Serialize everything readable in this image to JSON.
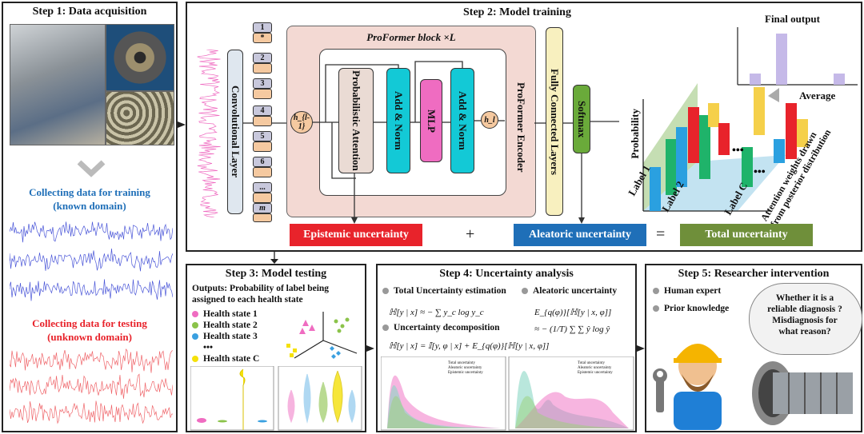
{
  "step1": {
    "title": "Step 1: Data acquisition",
    "train_caption_1": "Collecting data for training",
    "train_caption_2": "(known domain)",
    "test_caption_1": "Collecting data for testing",
    "test_caption_2": "(unknown domain)"
  },
  "step2": {
    "title": "Step 2: Model training",
    "block_title": "ProFormer block ×L",
    "conv_layer": "Convolutional Layer",
    "token_labels": [
      "1",
      "*",
      "2",
      "3",
      "4",
      "5",
      "6",
      "...",
      "m"
    ],
    "h_in": "h_{l-1}",
    "h_out": "h_l",
    "prob_attention": "Probabilistic Attention",
    "add_norm_1": "Add & Norm",
    "mlp": "MLP",
    "add_norm_2": "Add & Norm",
    "encoder": "ProFormer Encoder",
    "fc_layers": "Fully Connected Layers",
    "softmax": "Softmax",
    "final_output": "Final output",
    "average": "Average",
    "probability": "Probability",
    "label1": "Label 1",
    "label2": "Label 2",
    "labelC": "Label C",
    "attn_weights_1": "Attention weights drawn",
    "attn_weights_2": "from posterior distribution",
    "epistemic": "Epistemic uncertainty",
    "plus": "+",
    "aleatoric": "Aleatoric uncertainty",
    "equals": "=",
    "total": "Total uncertainty",
    "colors": {
      "epistemic": "#e8232b",
      "aleatoric": "#1f6fb8",
      "total": "#6f8f3a",
      "addnorm": "#13c9d6",
      "mlp": "#ef6cc1",
      "softmax": "#6aaa3a"
    }
  },
  "step3": {
    "title": "Step 3: Model testing",
    "outputs_1": "Outputs: Probability of label being",
    "outputs_2": "assigned to each health state",
    "states": [
      {
        "label": "Health state 1",
        "color": "#ef6cc1"
      },
      {
        "label": "Health state 2",
        "color": "#8bc34a"
      },
      {
        "label": "Health state 3",
        "color": "#3aa0e0"
      },
      {
        "label": "•••",
        "color": ""
      },
      {
        "label": "Health state C",
        "color": "#f5e10a"
      }
    ]
  },
  "step4": {
    "title": "Step 4: Uncertainty analysis",
    "total_est": "Total Uncertainty estimation",
    "aleatoric_head": "Aleatoric uncertainty",
    "decomp": "Uncertainty decomposition",
    "eq1": "ℍ[y | x] ≈ − ∑ y_c log y_c",
    "eq2": "E_{q(φ)}[ℍ[y | x, φ]]",
    "eq3": "≈ − (1/T) ∑ ∑ ŷ log ŷ",
    "eq4": "ℍ[y | x] = 𝕀[y, φ | x] + E_{q(φ)}[ℍ[y | x, φ]]",
    "legend": [
      "Total uncertainty",
      "Aleatoric uncertainty",
      "Epistemic uncertainty"
    ]
  },
  "step5": {
    "title": "Step 5: Researcher intervention",
    "item1": "Human expert",
    "item2": "Prior knowledge",
    "q1": "Whether it is a",
    "q2": "reliable diagnosis ?",
    "q3": "Misdiagnosis for",
    "q4": "what reason?"
  }
}
